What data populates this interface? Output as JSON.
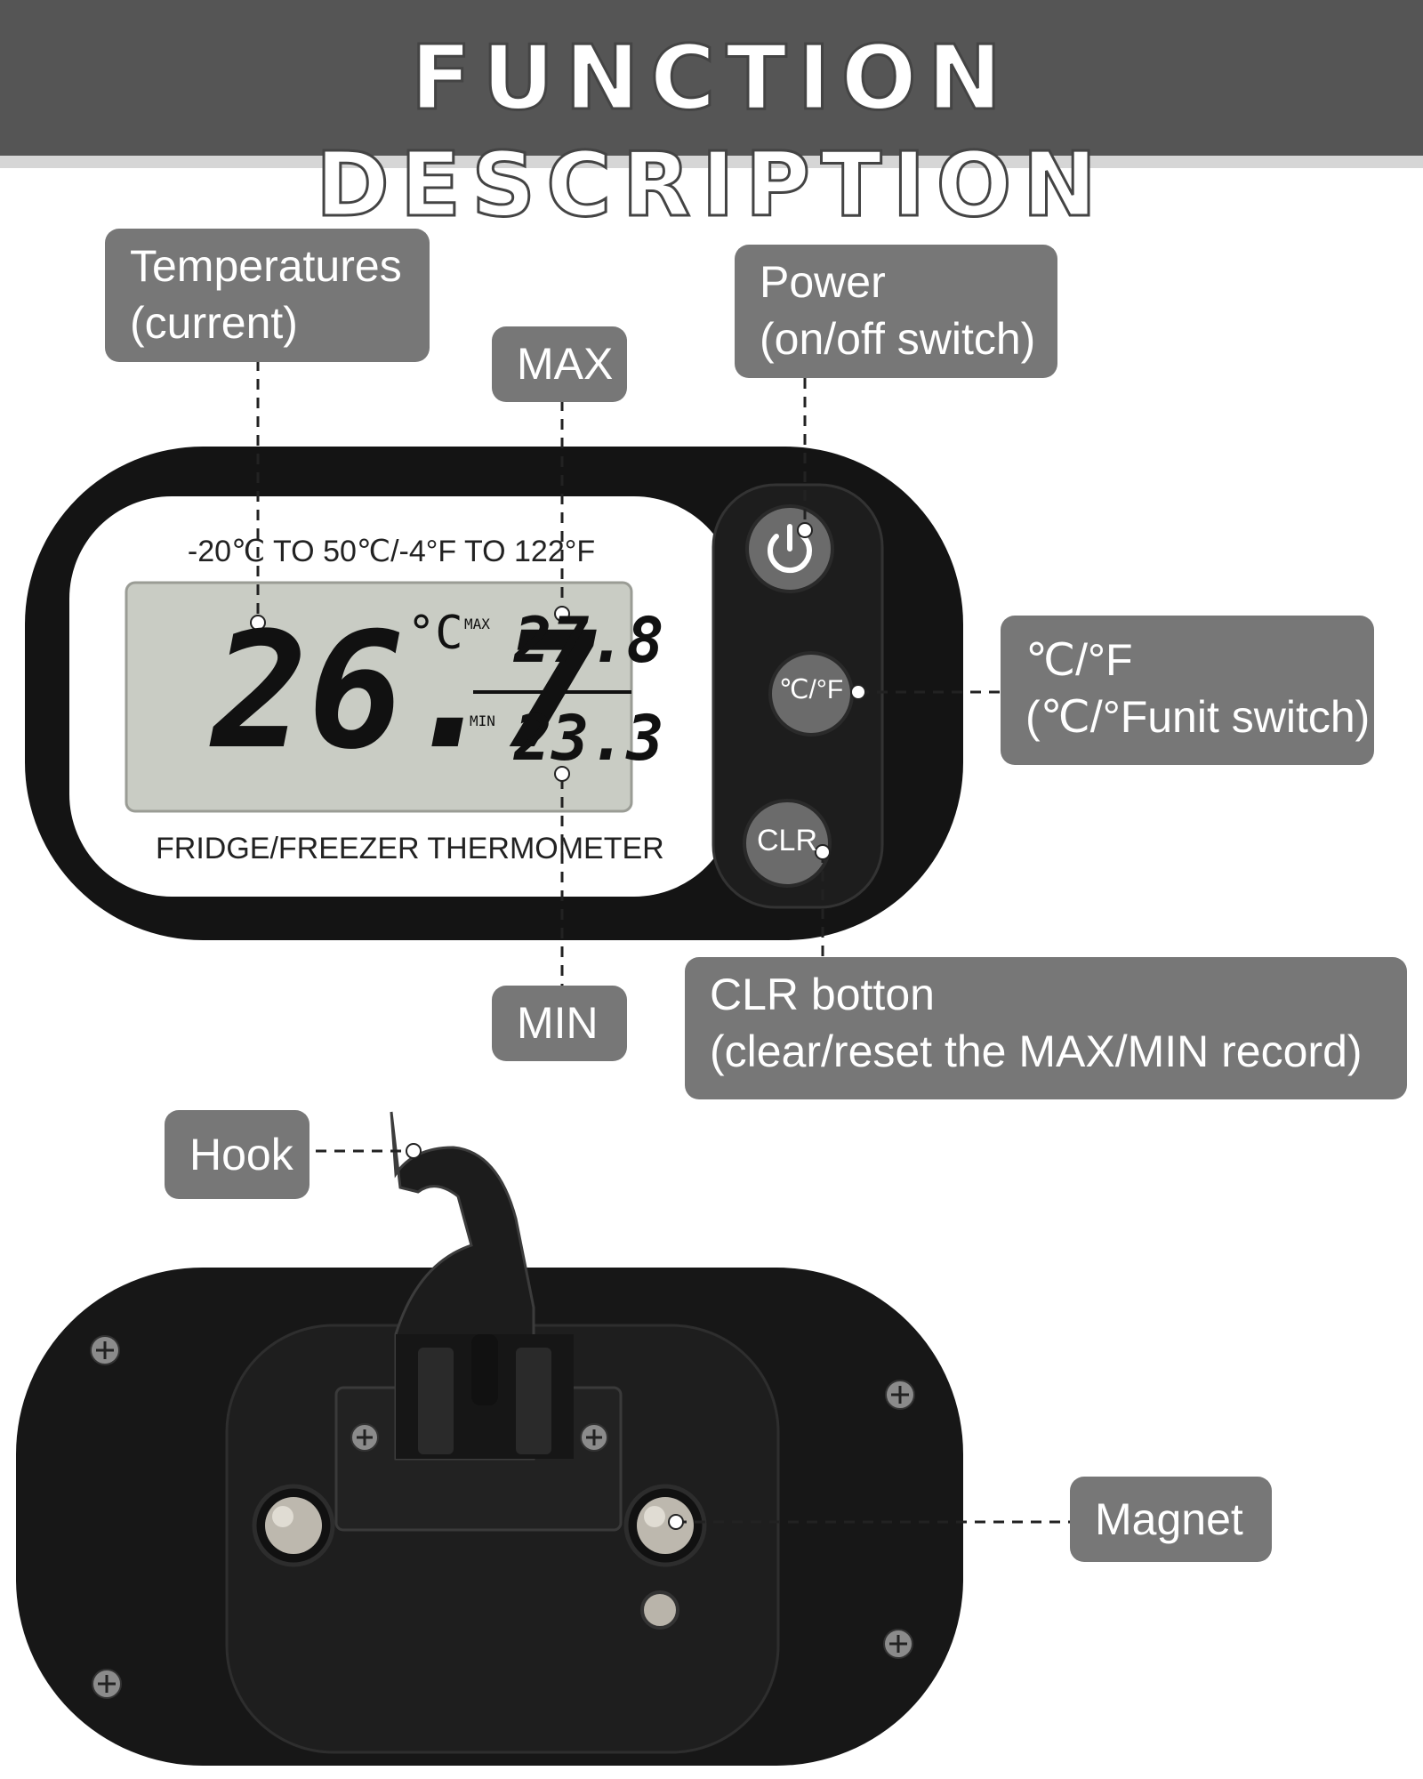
{
  "banner": {
    "title": "FUNCTION DESCRIPTION"
  },
  "labels": {
    "temperatures": {
      "line1": "Temperatures",
      "line2": "(current)"
    },
    "max": "MAX",
    "min": "MIN",
    "power": {
      "line1": "Power",
      "line2": "(on/off switch)"
    },
    "unit": {
      "line1": "℃/°F",
      "line2": "(℃/°Funit switch)"
    },
    "clr": {
      "line1": "CLR botton",
      "line2": "(clear/reset the MAX/MIN record)"
    },
    "hook": "Hook",
    "magnet": "Magnet"
  },
  "device": {
    "range_text": "-20℃ TO 50℃/-4°F TO 122°F",
    "brand_text": "FRIDGE/FREEZER THERMOMETER",
    "current_temp": "26.7",
    "current_unit": "°C",
    "max_label": "MAX",
    "max_value": "27.8",
    "min_label": "MIN",
    "min_value": "23.3",
    "unit_button": "℃/°F",
    "clr_button": "CLR"
  },
  "icons": [
    "power-icon",
    "screw-icon",
    "magnet-icon",
    "hook-icon"
  ],
  "colors": {
    "banner": "#555555",
    "label": "#777777",
    "device": "#111111",
    "lcd": "#c9ccc4"
  }
}
